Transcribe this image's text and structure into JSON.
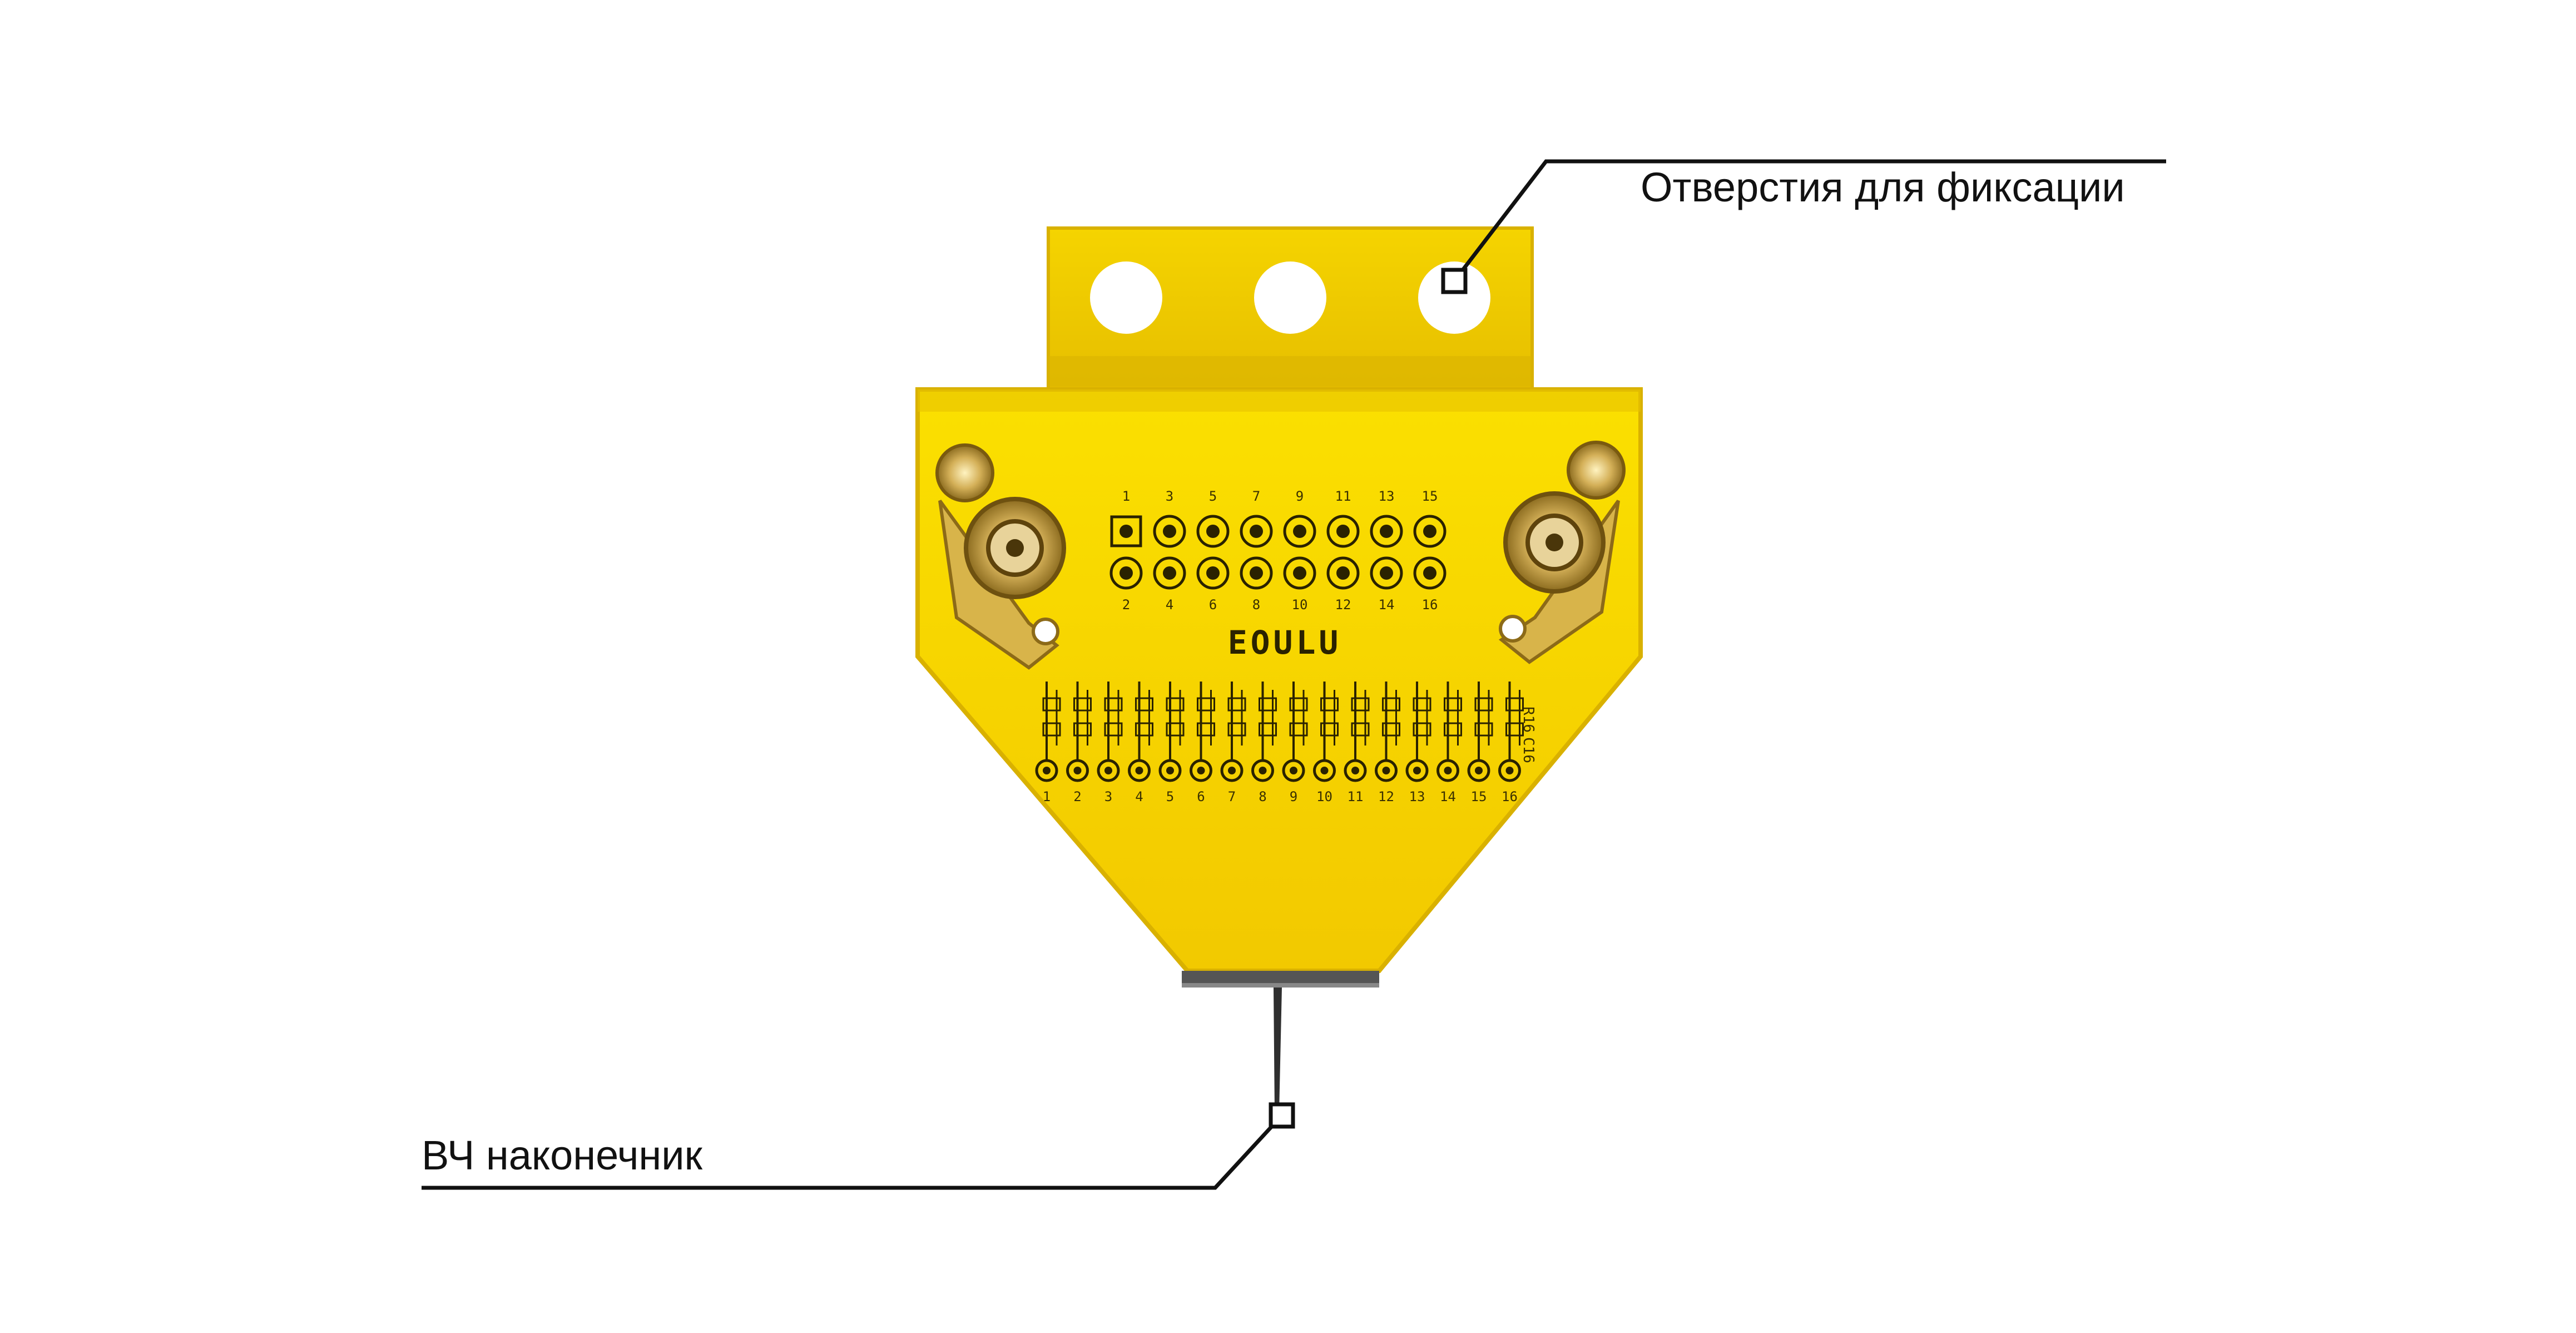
{
  "callouts": {
    "holes_label": "Отверстия для фиксации",
    "tip_label": "ВЧ наконечник"
  },
  "board": {
    "brand": "EOULU",
    "header_top_numbers": [
      "1",
      "3",
      "5",
      "7",
      "9",
      "11",
      "13",
      "15"
    ],
    "header_bottom_numbers": [
      "2",
      "4",
      "6",
      "8",
      "10",
      "12",
      "14",
      "16"
    ],
    "pad_numbers": [
      "1",
      "2",
      "3",
      "4",
      "5",
      "6",
      "7",
      "8",
      "9",
      "10",
      "11",
      "12",
      "13",
      "14",
      "15",
      "16"
    ],
    "component_labels_right": [
      "R16",
      "C16"
    ]
  },
  "colors": {
    "board_gold": "#f7d200",
    "board_edge": "#d9b100",
    "connector": "#c9a64a",
    "leader_line": "#111111",
    "tip": "#333333"
  },
  "icons": [
    "rf-connector-icon",
    "mounting-hole-icon",
    "probe-tip-icon"
  ]
}
